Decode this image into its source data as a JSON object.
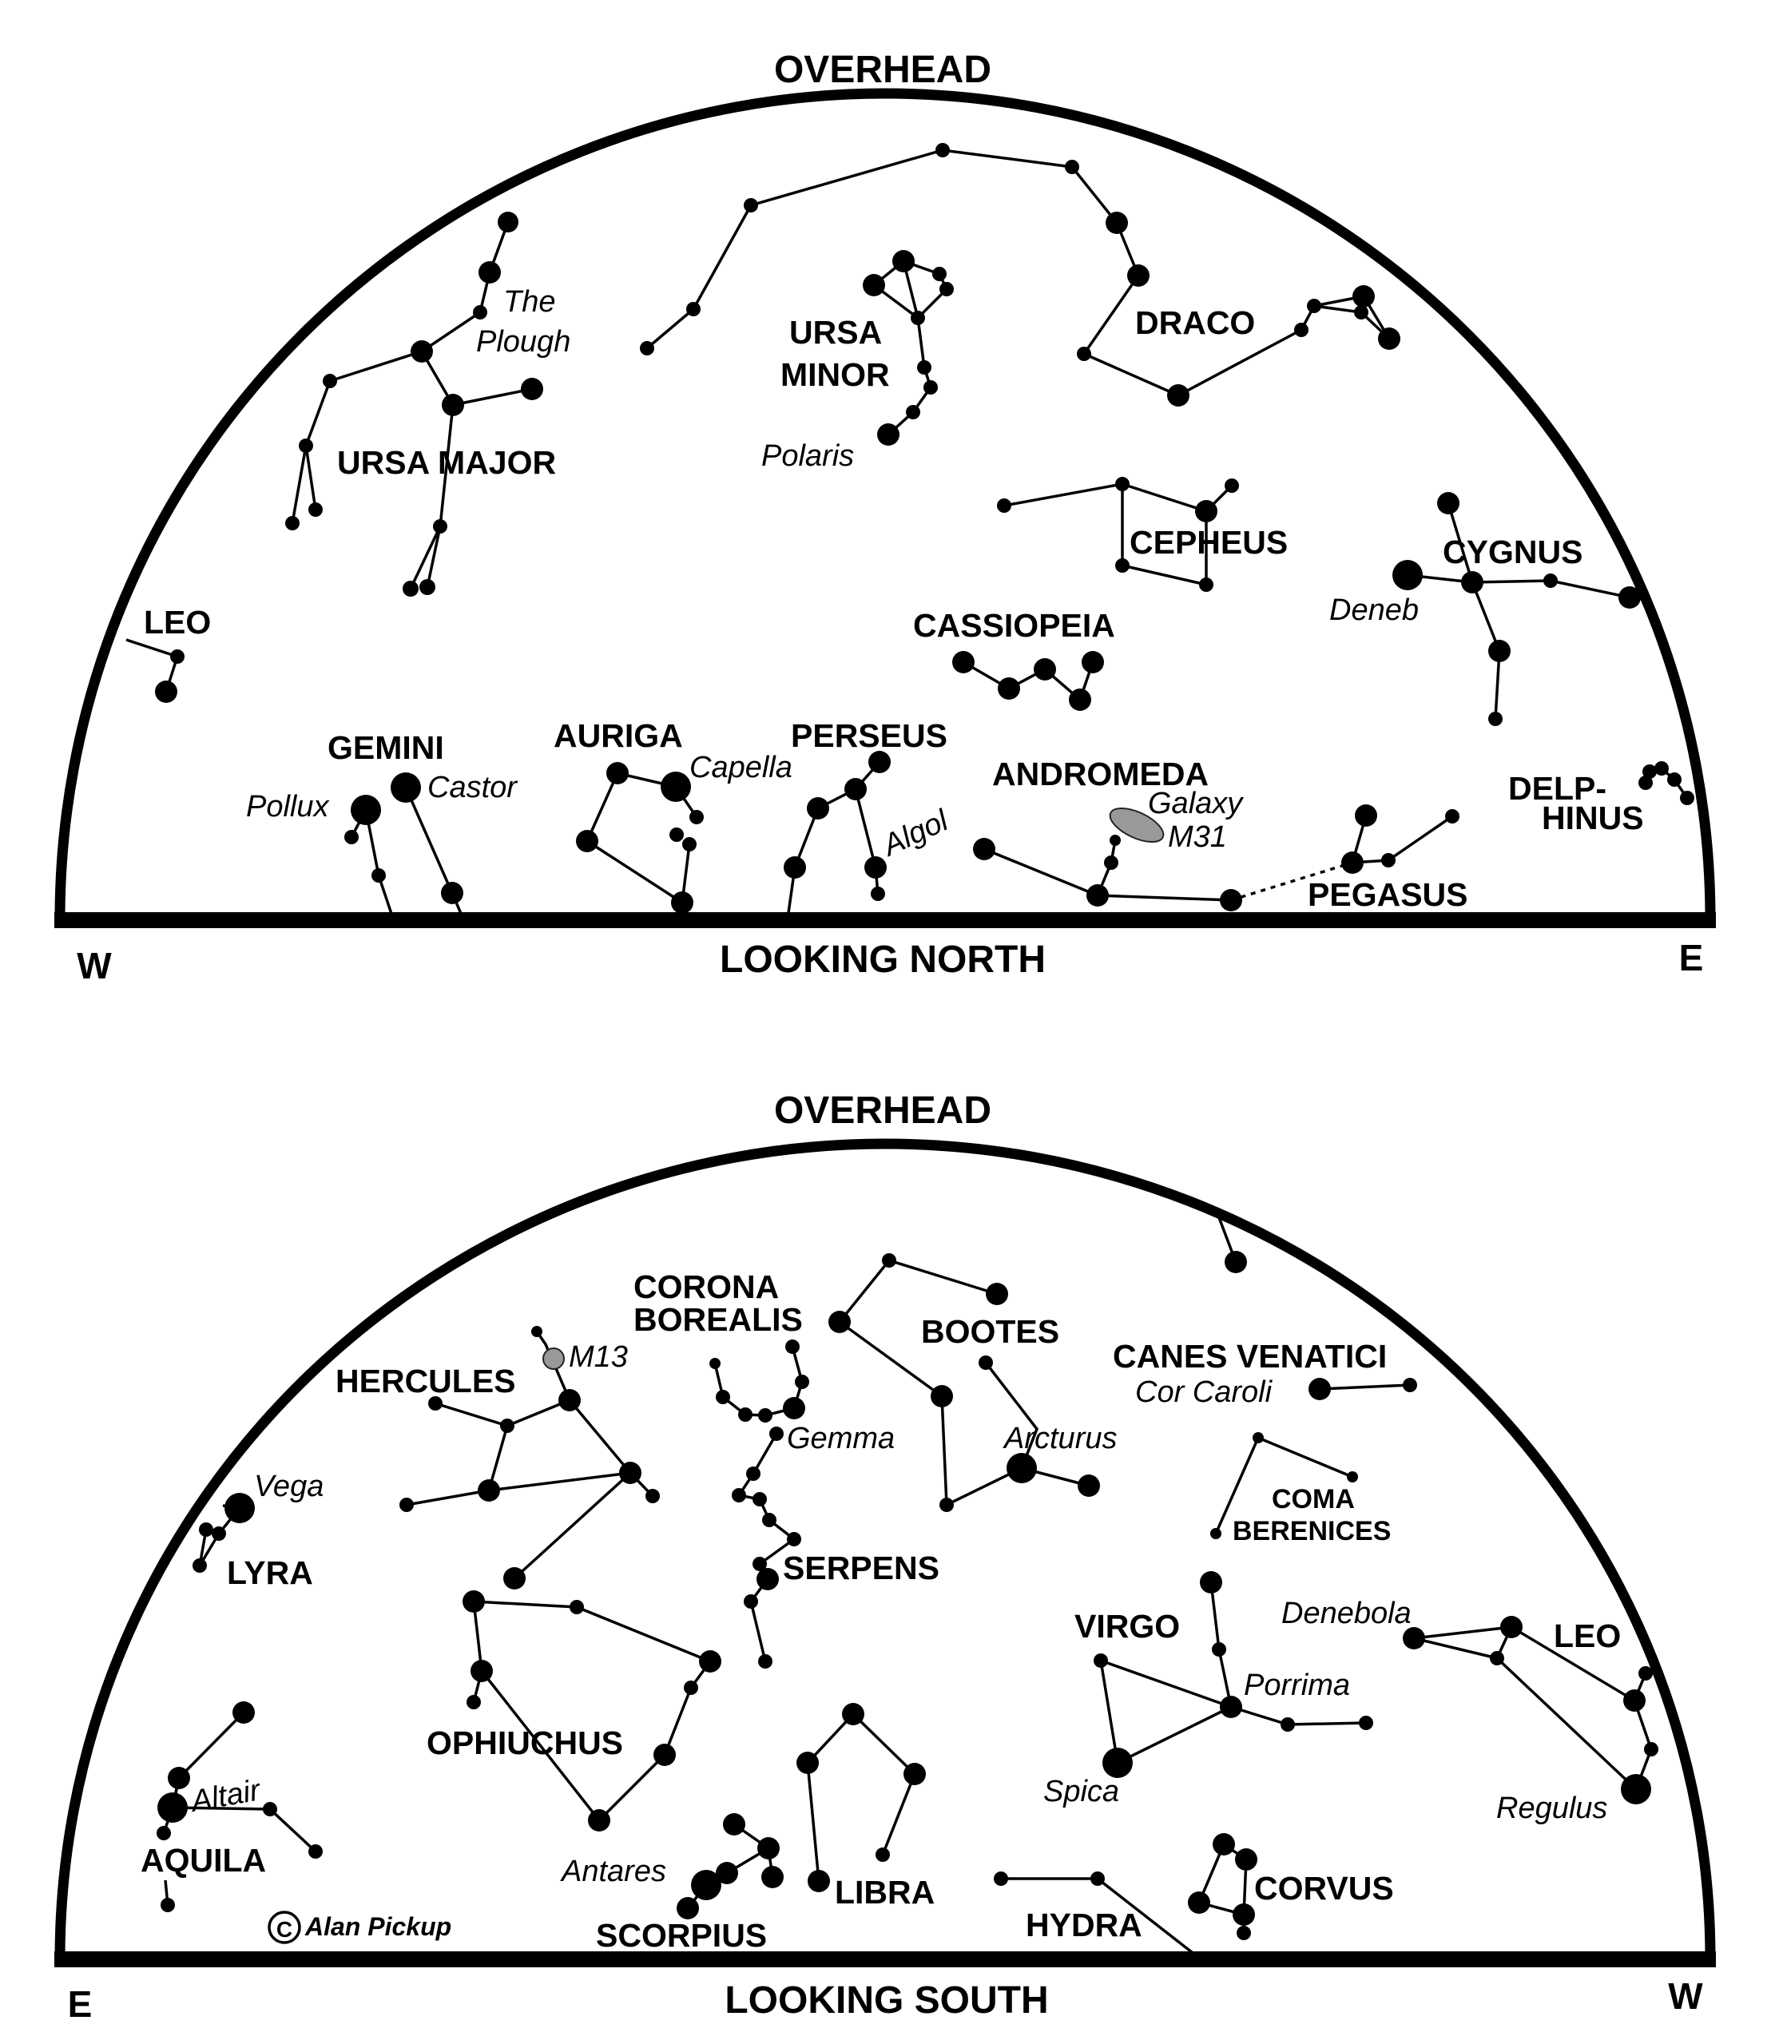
{
  "north": {
    "overhead": "OVERHEAD",
    "caption": "LOOKING NORTH",
    "left_dir": "W",
    "right_dir": "E",
    "constellations": [
      {
        "name": "URSA MAJOR",
        "id": "ursa-major"
      },
      {
        "name": "URSA",
        "id": "ursa-minor-1"
      },
      {
        "name": "MINOR",
        "id": "ursa-minor-2"
      },
      {
        "name": "DRACO",
        "id": "draco"
      },
      {
        "name": "CEPHEUS",
        "id": "cepheus"
      },
      {
        "name": "CYGNUS",
        "id": "cygnus"
      },
      {
        "name": "CASSIOPEIA",
        "id": "cassiopeia"
      },
      {
        "name": "LEO",
        "id": "leo-north"
      },
      {
        "name": "GEMINI",
        "id": "gemini"
      },
      {
        "name": "AURIGA",
        "id": "auriga"
      },
      {
        "name": "PERSEUS",
        "id": "perseus"
      },
      {
        "name": "ANDROMEDA",
        "id": "andromeda"
      },
      {
        "name": "PEGASUS",
        "id": "pegasus"
      },
      {
        "name": "DELP-",
        "id": "delphinus-1"
      },
      {
        "name": "HINUS",
        "id": "delphinus-2"
      }
    ],
    "stars": [
      {
        "name": "The",
        "id": "plough-1"
      },
      {
        "name": "Plough",
        "id": "plough-2"
      },
      {
        "name": "Polaris",
        "id": "polaris"
      },
      {
        "name": "Deneb",
        "id": "deneb"
      },
      {
        "name": "Castor",
        "id": "castor"
      },
      {
        "name": "Pollux",
        "id": "pollux"
      },
      {
        "name": "Capella",
        "id": "capella"
      },
      {
        "name": "Algol",
        "id": "algol"
      },
      {
        "name": "Galaxy",
        "id": "galaxy"
      },
      {
        "name": "M31",
        "id": "m31"
      }
    ]
  },
  "south": {
    "overhead": "OVERHEAD",
    "caption": "LOOKING SOUTH",
    "left_dir": "E",
    "right_dir": "W",
    "constellations": [
      {
        "name": "CORONA",
        "id": "corona-1"
      },
      {
        "name": "BOREALIS",
        "id": "corona-2"
      },
      {
        "name": "BOOTES",
        "id": "bootes"
      },
      {
        "name": "CANES VENATICI",
        "id": "canes-venatici"
      },
      {
        "name": "HERCULES",
        "id": "hercules"
      },
      {
        "name": "LYRA",
        "id": "lyra"
      },
      {
        "name": "SERPENS",
        "id": "serpens"
      },
      {
        "name": "COMA",
        "id": "coma-1"
      },
      {
        "name": "BERENICES",
        "id": "coma-2"
      },
      {
        "name": "VIRGO",
        "id": "virgo"
      },
      {
        "name": "LEO",
        "id": "leo-south"
      },
      {
        "name": "OPHIUCHUS",
        "id": "ophiuchus"
      },
      {
        "name": "AQUILA",
        "id": "aquila"
      },
      {
        "name": "LIBRA",
        "id": "libra"
      },
      {
        "name": "SCORPIUS",
        "id": "scorpius"
      },
      {
        "name": "HYDRA",
        "id": "hydra"
      },
      {
        "name": "CORVUS",
        "id": "corvus"
      }
    ],
    "stars": [
      {
        "name": "M13",
        "id": "m13"
      },
      {
        "name": "Gemma",
        "id": "gemma"
      },
      {
        "name": "Arcturus",
        "id": "arcturus"
      },
      {
        "name": "Cor Caroli",
        "id": "cor-caroli"
      },
      {
        "name": "Vega",
        "id": "vega"
      },
      {
        "name": "Denebola",
        "id": "denebola"
      },
      {
        "name": "Porrima",
        "id": "porrima"
      },
      {
        "name": "Spica",
        "id": "spica"
      },
      {
        "name": "Regulus",
        "id": "regulus"
      },
      {
        "name": "Altair",
        "id": "altair"
      },
      {
        "name": "Antares",
        "id": "antares"
      }
    ],
    "credit": "Alan Pickup",
    "credit_symbol": "C"
  }
}
